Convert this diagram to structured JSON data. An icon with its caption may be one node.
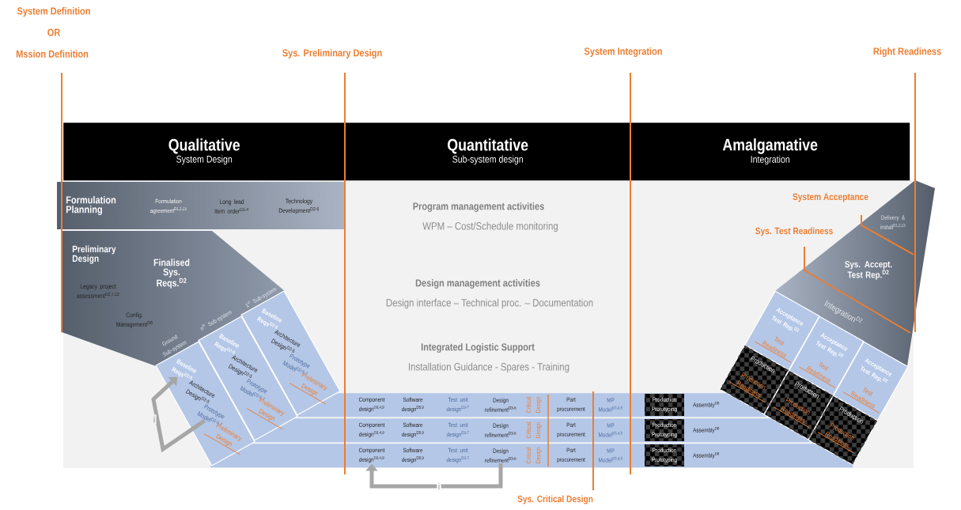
{
  "diagram": {
    "nodes": [
      {
        "text": [
          "Qualitative",
          "System Design"
        ]
      },
      {
        "text": [
          "Quantitative",
          "Sub-system design"
        ]
      },
      {
        "text": [
          "Amalgamative",
          "Integration"
        ]
      },
      {
        "text": [
          "Formulation Planning",
          "Formulation agreement$^{D1,2,13}$",
          "Long lead item order$^{D1-4}$",
          "Technology Development$^{D2-6}$"
        ]
      },
      {
        "text": [
          "Preliminary Design",
          "Finalised Sys. Reqs.$^{D2}$",
          "Legacy project assessment$^{D2,7,12}$",
          "Config. Management$^{D8}$",
          "Ground Sub-system",
          "n$^{th}$ Sub-system",
          "1$^{st}$ Sub-system"
        ]
      },
      {
        "text": [],
        "shape": "box"
      },
      {
        "text": [
          "Baseline Reqs$^{D2-5}$"
        ],
        "in": 5
      },
      {
        "text": [
          "Architecture Design$^{D2-5}$"
        ],
        "in": 5
      },
      {
        "text": [
          "Prototype Model$^{D2-5,7}$"
        ],
        "in": 5
      },
      {
        "text": [
          "Preliminary Design"
        ],
        "in": 5
      },
      {
        "text": [],
        "shape": "box"
      },
      {
        "text": [
          "Baseline Reqs$^{D2-5}$"
        ],
        "in": 10
      },
      {
        "text": [
          "Architecture Design$^{D2-5}$"
        ],
        "in": 10
      },
      {
        "text": [
          "Prototype Model$^{D2-5,7}$"
        ],
        "in": 10
      },
      {
        "text": [
          "Preliminary Design"
        ],
        "in": 10
      },
      {
        "text": [],
        "shape": "box"
      },
      {
        "text": [
          "Baseline Reqs$^{D2-5}$"
        ],
        "in": 15
      },
      {
        "text": [
          "Architecture Design$^{D2-5}$"
        ],
        "in": 15
      },
      {
        "text": [
          "Prototype Model$^{D2-5,7}$"
        ],
        "in": 15
      },
      {
        "text": [
          "Preliminary Design"
        ],
        "in": 15
      },
      {
        "text": [],
        "shape": "bar"
      },
      {
        "text": [
          "Component design$^{D3,4,9}$"
        ],
        "in": 20
      },
      {
        "text": [
          "Software design$^{D5,9}$"
        ],
        "in": 20
      },
      {
        "text": [
          "Test unit design$^{D3-7}$"
        ],
        "in": 20
      },
      {
        "text": [
          "Design refinement$^{D3-6}$"
        ],
        "in": 20
      },
      {
        "text": [
          "Critical Design"
        ],
        "in": 20
      },
      {
        "text": [
          "Part procurement"
        ],
        "in": 20
      },
      {
        "text": [
          "MP Model$^{D3,4,9}$"
        ],
        "in": 20
      },
      {
        "text": [
          "Production Prototyping"
        ],
        "in": 20
      },
      {
        "text": [
          "Assembly$^{D8}$"
        ],
        "in": 20
      },
      {
        "text": [],
        "shape": "bar"
      },
      {
        "text": [
          "Component design$^{D3,4,9}$"
        ],
        "in": 30
      },
      {
        "text": [
          "Software design$^{D5,9}$"
        ],
        "in": 30
      },
      {
        "text": [
          "Test unit design$^{D3-7}$"
        ],
        "in": 30
      },
      {
        "text": [
          "Design refinement$^{D3-6}$"
        ],
        "in": 30
      },
      {
        "text": [
          "Critical Design"
        ],
        "in": 30
      },
      {
        "text": [
          "Part procurement"
        ],
        "in": 30
      },
      {
        "text": [
          "MP Model$^{D3,4,9}$"
        ],
        "in": 30
      },
      {
        "text": [
          "Production Prototyping"
        ],
        "in": 30
      },
      {
        "text": [
          "Assembly$^{D8}$"
        ],
        "in": 30
      },
      {
        "text": [],
        "shape": "bar"
      },
      {
        "text": [
          "Component design$^{D3,4,9}$"
        ],
        "in": 40
      },
      {
        "text": [
          "Software design$^{D5,9}$"
        ],
        "in": 40
      },
      {
        "text": [
          "Test unit design$^{D3-7}$"
        ],
        "in": 40
      },
      {
        "text": [
          "Design refinement$^{D3-6}$"
        ],
        "in": 40
      },
      {
        "text": [
          "Critical Design"
        ],
        "in": 40
      },
      {
        "text": [
          "Part procurement"
        ],
        "in": 40
      },
      {
        "text": [
          "MP Model$^{D3,4,9}$"
        ],
        "in": 40
      },
      {
        "text": [
          "Production Prototyping"
        ],
        "in": 40
      },
      {
        "text": [
          "Assembly$^{D8}$"
        ],
        "in": 40
      },
      {
        "text": [
          "Delivery & install$^{D1,2,13}$",
          "Sys. Accept. Test Rep.$^{D2}$",
          "Integration$^{D2}$"
        ]
      },
      {
        "text": [
          "Acceptance Test Rep.$^{D2}$",
          "Test Readiness"
        ]
      },
      {
        "text": [
          "Production",
          "Production Readiness"
        ]
      },
      {
        "text": [
          "Acceptance Test Rep.$^{D2}$",
          "Test Readiness"
        ]
      },
      {
        "text": [
          "Production",
          "Production Readiness"
        ]
      },
      {
        "text": [
          "Acceptance Test Rep.$^{D2}$",
          "Test Readiness"
        ]
      },
      {
        "text": [
          "Production",
          "Production Readiness"
        ]
      }
    ],
    "edges": [
      {
        "from": 8,
        "to": 6,
        "arrow": "to",
        "label": "i"
      },
      {
        "from": 44,
        "to": 41,
        "arrow": "to",
        "label": "i"
      }
    ],
    "labels": [
      "System Definition",
      "OR",
      "Mssion Definition",
      "Sys. Preliminary Design",
      "System Integration",
      "Right Readiness",
      "System Acceptance",
      "Program management activities",
      "WPM – Cost/Schedule monitoring",
      "Sys. Test Readiness",
      "Design management activities",
      "Design interface – Technical proc. – Documentation",
      "Integrated Logistic Support",
      "Installation Guidance - Spares - Training",
      "Sys. Critical Design"
    ]
  }
}
